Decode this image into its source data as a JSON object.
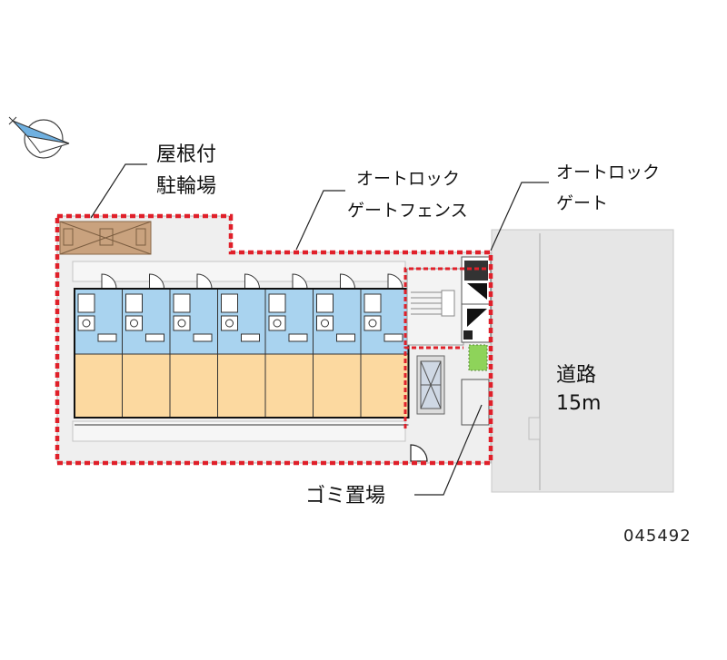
{
  "labels": {
    "bicycle_parking_line1": "屋根付",
    "bicycle_parking_line2": "駐輪場",
    "autolock_fence_line1": "オートロック",
    "autolock_fence_line2": "ゲートフェンス",
    "autolock_gate_line1": "オートロック",
    "autolock_gate_line2": "ゲート",
    "road_line1": "道路",
    "road_line2": "15m",
    "garbage": "ゴミ置場"
  },
  "property_code": "045492",
  "colors": {
    "boundary": "#e0202a",
    "room_blue": "#a9d3ef",
    "room_tan": "#fcd9a0",
    "road": "#e6e6e6",
    "bicycle_roof": "#c9a27e",
    "planting": "#8ed35a"
  },
  "units": 7
}
